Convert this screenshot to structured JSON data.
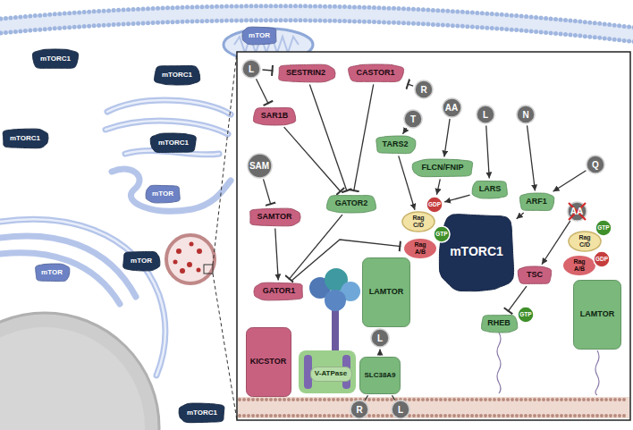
{
  "diagram": {
    "nodes": [
      {
        "text": [
          "mTORC1"
        ]
      },
      {
        "text": [
          "mTOR"
        ]
      },
      {
        "text": [
          "mTORC1"
        ]
      },
      {
        "text": [
          "mTORC1"
        ]
      },
      {
        "text": [
          "mTORC1"
        ]
      },
      {
        "text": [
          "mTOR"
        ]
      },
      {
        "text": [
          "mTOR"
        ]
      },
      {
        "text": [
          "mTOR"
        ]
      },
      {
        "text": [
          "mTORC1"
        ]
      },
      {
        "text": [
          "L"
        ]
      },
      {
        "text": [
          "SESTRIN2"
        ]
      },
      {
        "text": [
          "CASTOR1"
        ]
      },
      {
        "text": [
          "R"
        ]
      },
      {
        "text": [
          "SAR1B"
        ]
      },
      {
        "text": [
          "T"
        ]
      },
      {
        "text": [
          "AA"
        ]
      },
      {
        "text": [
          "L"
        ]
      },
      {
        "text": [
          "N"
        ]
      },
      {
        "text": [
          "TARS2"
        ]
      },
      {
        "text": [
          "FLCN/FNIP"
        ]
      },
      {
        "text": [
          "LARS"
        ]
      },
      {
        "text": [
          "Q"
        ]
      },
      {
        "text": [
          "ARF1"
        ]
      },
      {
        "text": [
          "SAM"
        ]
      },
      {
        "text": [
          "GATOR2"
        ]
      },
      {
        "text": [
          "SAMTOR"
        ]
      },
      {
        "text": [
          "AA"
        ]
      },
      {
        "text": [
          "GDP"
        ]
      },
      {
        "text": [
          "Rag C/D"
        ]
      },
      {
        "text": [
          "GTP"
        ]
      },
      {
        "text": [
          "Rag A/B"
        ]
      },
      {
        "text": [
          "mTORC1"
        ]
      },
      {
        "text": [
          "LAMTOR"
        ]
      },
      {
        "text": [
          "GTP"
        ]
      },
      {
        "text": [
          "Rag C/D"
        ]
      },
      {
        "text": [
          "GDP"
        ]
      },
      {
        "text": [
          "Rag A/B"
        ]
      },
      {
        "text": [
          "TSC"
        ]
      },
      {
        "text": [
          "GATOR1"
        ]
      },
      {
        "text": [
          "RHEB"
        ]
      },
      {
        "text": [
          "GTP"
        ]
      },
      {
        "text": [
          "LAMTOR"
        ]
      },
      {
        "text": [
          "KICSTOR"
        ]
      },
      {
        "text": [
          "V-ATPase"
        ]
      },
      {
        "text": [
          "L"
        ]
      },
      {
        "text": [
          "SLC38A9"
        ]
      },
      {
        "text": [
          "R"
        ]
      },
      {
        "text": [
          "L"
        ]
      }
    ],
    "edges": [
      {
        "from": 9,
        "to": 10,
        "arrow": "to"
      },
      {
        "from": 9,
        "to": 13,
        "arrow": "to"
      },
      {
        "from": 12,
        "to": 11,
        "arrow": "to"
      },
      {
        "from": 10,
        "to": 24,
        "arrow": "to"
      },
      {
        "from": 11,
        "to": 24,
        "arrow": "to"
      },
      {
        "from": 13,
        "to": 24,
        "arrow": "to"
      },
      {
        "from": 23,
        "to": 25,
        "arrow": "to"
      },
      {
        "from": 25,
        "to": 38,
        "arrow": "to"
      },
      {
        "from": 24,
        "to": 38,
        "arrow": "to"
      },
      {
        "from": 38,
        "to": 30,
        "arrow": "to"
      },
      {
        "from": 14,
        "to": 18,
        "arrow": "to"
      },
      {
        "from": 18,
        "to": 28,
        "arrow": "to"
      },
      {
        "from": 15,
        "to": 19,
        "arrow": "to"
      },
      {
        "from": 19,
        "to": 27,
        "arrow": "to"
      },
      {
        "from": 16,
        "to": 20,
        "arrow": "to"
      },
      {
        "from": 20,
        "to": 27,
        "arrow": "to"
      },
      {
        "from": 17,
        "to": 22,
        "arrow": "to"
      },
      {
        "from": 21,
        "to": 22,
        "arrow": "to"
      },
      {
        "from": 22,
        "to": 31,
        "arrow": "to"
      },
      {
        "from": 26,
        "to": 37,
        "arrow": "to"
      },
      {
        "from": 37,
        "to": 39,
        "arrow": "to"
      },
      {
        "from": 45,
        "to": 44,
        "arrow": "to"
      },
      {
        "from": 47,
        "to": 45,
        "arrow": "none"
      },
      {
        "from": 46,
        "to": 45,
        "arrow": "none"
      }
    ]
  }
}
